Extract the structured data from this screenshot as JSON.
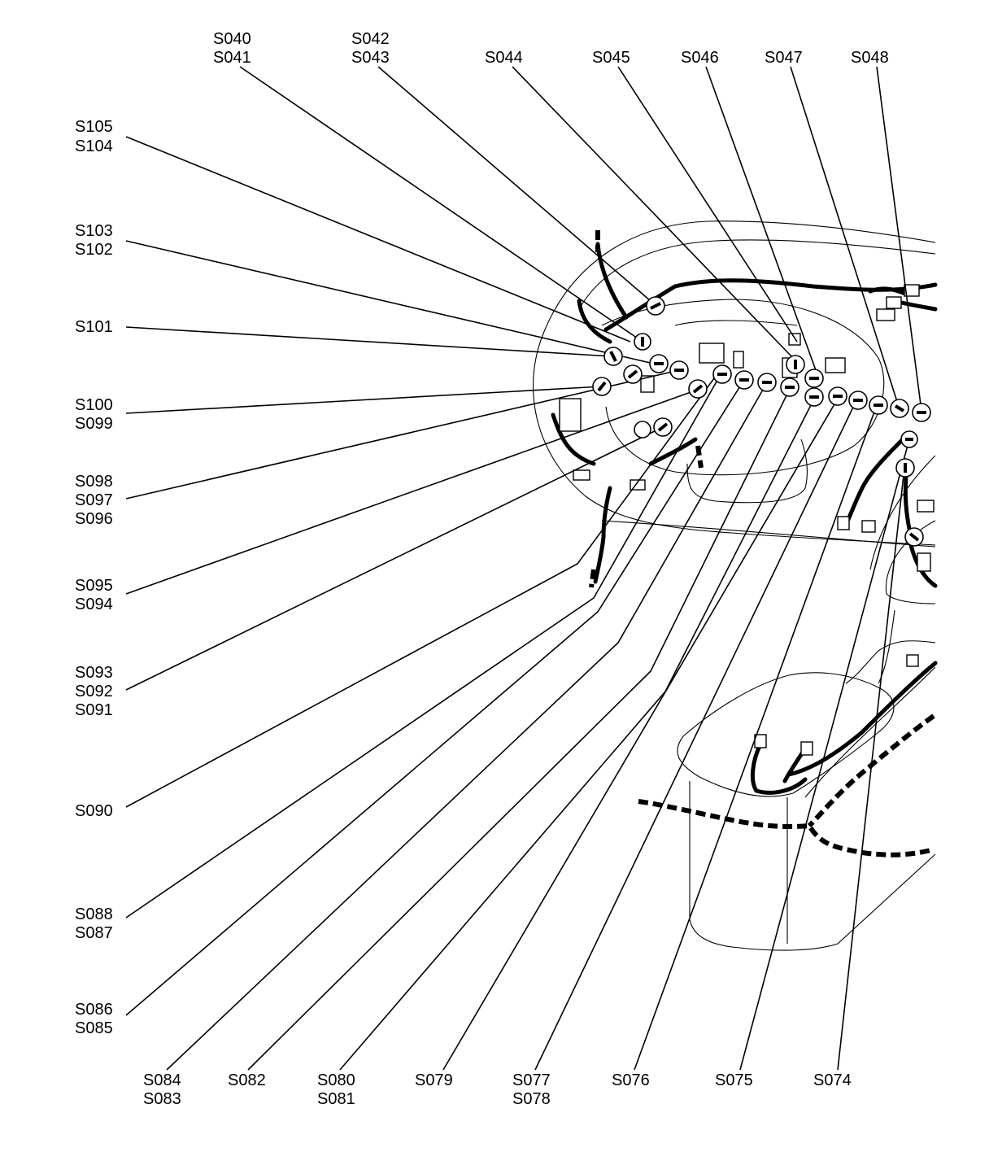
{
  "splice_labels": {
    "S040": "S040",
    "S041": "S041",
    "S042": "S042",
    "S043": "S043",
    "S044": "S044",
    "S045": "S045",
    "S046": "S046",
    "S047": "S047",
    "S048": "S048",
    "S105": "S105",
    "S104": "S104",
    "S103": "S103",
    "S102": "S102",
    "S101": "S101",
    "S100": "S100",
    "S099": "S099",
    "S098": "S098",
    "S097": "S097",
    "S096": "S096",
    "S095": "S095",
    "S094": "S094",
    "S093": "S093",
    "S092": "S092",
    "S091": "S091",
    "S090": "S090",
    "S088": "S088",
    "S087": "S087",
    "S086": "S086",
    "S085": "S085",
    "S084": "S084",
    "S083": "S083",
    "S082": "S082",
    "S080": "S080",
    "S081": "S081",
    "S079": "S079",
    "S077": "S077",
    "S078": "S078",
    "S076": "S076",
    "S075": "S075",
    "S074": "S074"
  }
}
